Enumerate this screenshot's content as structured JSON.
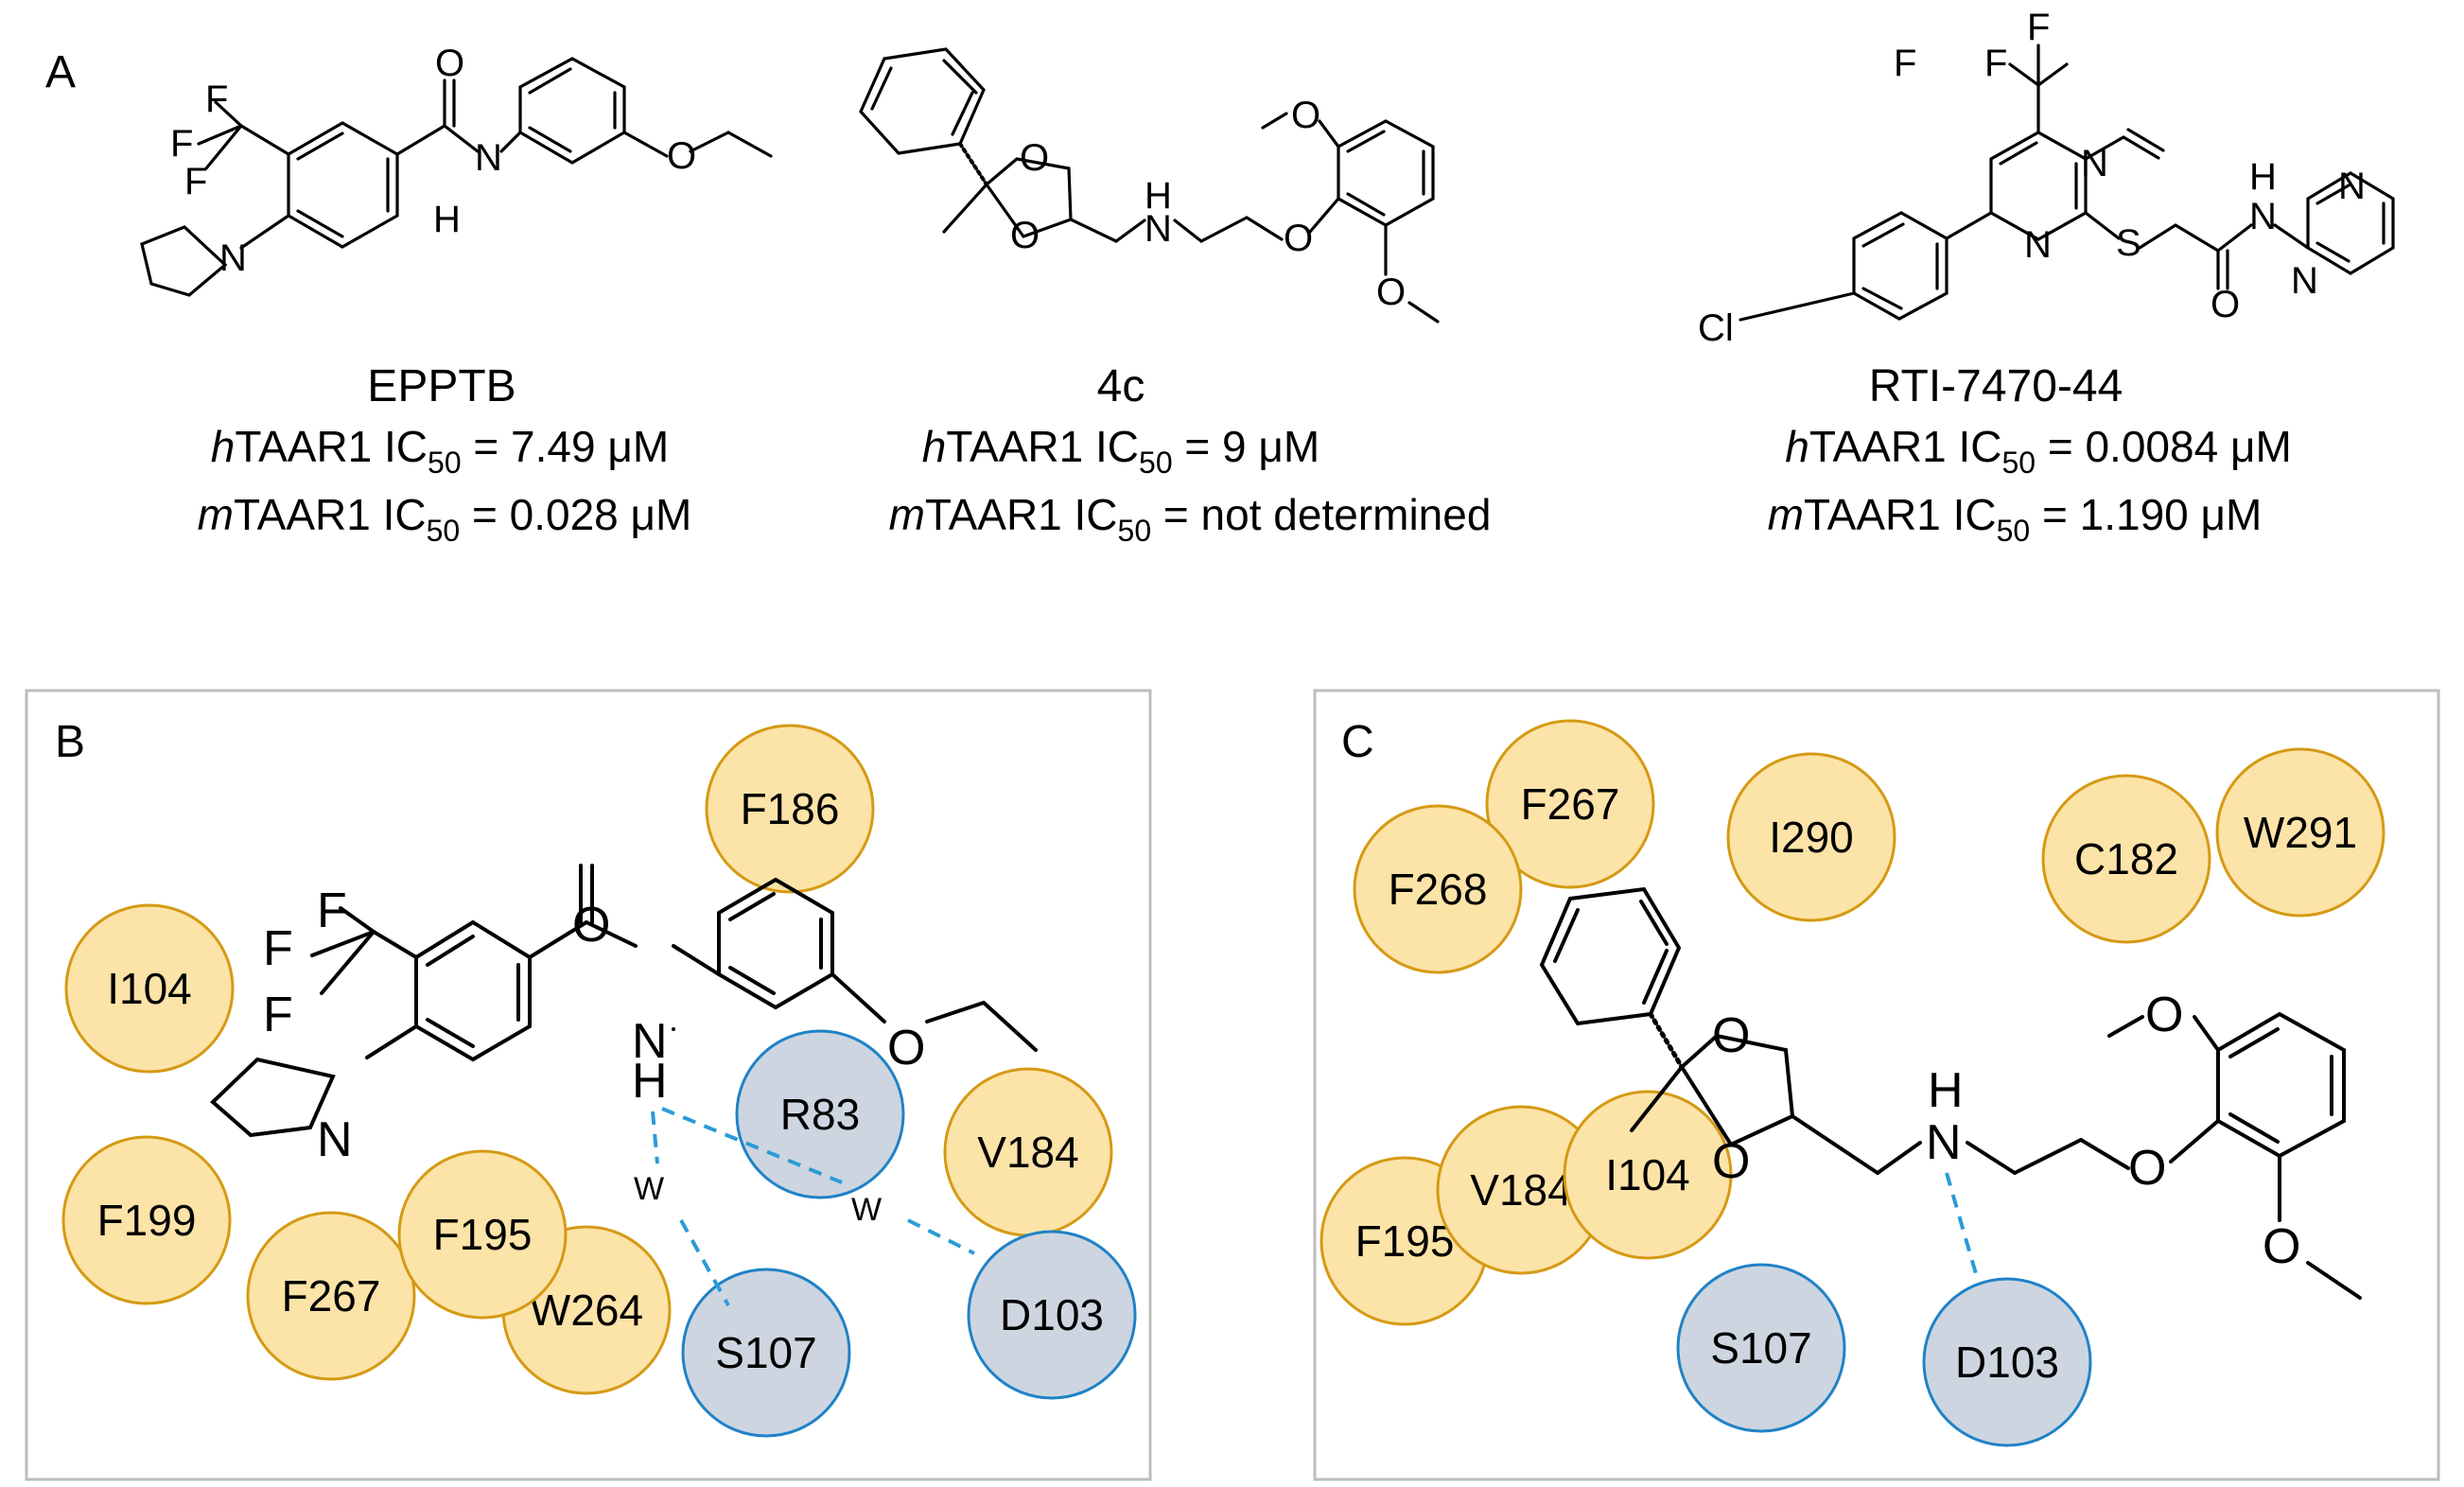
{
  "figure": {
    "colors": {
      "hydrophobic_fill": "#FCE3A8",
      "hydrophobic_stroke": "#D59A14",
      "polar_fill": "#CDD5E0",
      "polar_stroke": "#1F82C7",
      "hbond": "#2A9BD8",
      "panel_border": "#BDBDBD",
      "bond": "#000000"
    },
    "panelA": {
      "letter": "A",
      "compounds": [
        {
          "name": "EPPTB",
          "h_prefix": "h",
          "h_rest": "TAAR1 IC",
          "h_sub": "50",
          "h_value": " = 7.49 μM",
          "m_prefix": "m",
          "m_rest": "TAAR1 IC",
          "m_sub": "50",
          "m_value": " = 0.028 μM",
          "atoms": {
            "F1": "F",
            "F2": "F",
            "F3": "F",
            "O": "O",
            "N": "N",
            "H": "H",
            "O2": "O",
            "Npyr": "N"
          }
        },
        {
          "name": "4c",
          "h_prefix": "h",
          "h_rest": "TAAR1 IC",
          "h_sub": "50",
          "h_value": " = 9 μM",
          "m_prefix": "m",
          "m_rest": "TAAR1 IC",
          "m_sub": "50",
          "m_value": " = not determined",
          "atoms": {
            "O1": "O",
            "O2": "O",
            "N": "N",
            "H": "H",
            "O3": "O",
            "O4": "O",
            "O5": "O"
          }
        },
        {
          "name": "RTI-7470-44",
          "h_prefix": "h",
          "h_rest": "TAAR1 IC",
          "h_sub": "50",
          "h_value": " = 0.0084 μM",
          "m_prefix": "m",
          "m_rest": "TAAR1 IC",
          "m_sub": "50",
          "m_value": " = 1.190 μM",
          "atoms": {
            "F1": "F",
            "F2": "F",
            "F3": "F",
            "Ncn": "N",
            "Npy": "N",
            "S": "S",
            "O": "O",
            "H": "H",
            "N": "N",
            "Nm1": "N",
            "Nm2": "N",
            "Cl": "Cl"
          }
        }
      ]
    },
    "panelB": {
      "letter": "B",
      "residues": [
        {
          "label": "F186",
          "type": "hydrophobic"
        },
        {
          "label": "I104",
          "type": "hydrophobic"
        },
        {
          "label": "F199",
          "type": "hydrophobic"
        },
        {
          "label": "V184",
          "type": "hydrophobic"
        },
        {
          "label": "F267",
          "type": "hydrophobic"
        },
        {
          "label": "W264",
          "type": "hydrophobic"
        },
        {
          "label": "F195",
          "type": "hydrophobic"
        },
        {
          "label": "R83",
          "type": "polar"
        },
        {
          "label": "S107",
          "type": "polar"
        },
        {
          "label": "D103",
          "type": "polar"
        }
      ],
      "water_labels": [
        "W",
        "W"
      ],
      "atoms": {
        "F1": "F",
        "F2": "F",
        "F3": "F",
        "O": "O",
        "N": "N",
        "H": "H",
        "O2": "O",
        "Npyr": "N"
      }
    },
    "panelC": {
      "letter": "C",
      "residues": [
        {
          "label": "F267",
          "type": "hydrophobic"
        },
        {
          "label": "F268",
          "type": "hydrophobic"
        },
        {
          "label": "I290",
          "type": "hydrophobic"
        },
        {
          "label": "C182",
          "type": "hydrophobic"
        },
        {
          "label": "W291",
          "type": "hydrophobic"
        },
        {
          "label": "F195",
          "type": "hydrophobic"
        },
        {
          "label": "V184",
          "type": "hydrophobic"
        },
        {
          "label": "I104",
          "type": "hydrophobic"
        },
        {
          "label": "S107",
          "type": "polar"
        },
        {
          "label": "D103",
          "type": "polar"
        }
      ],
      "atoms": {
        "O1": "O",
        "O2": "O",
        "H": "H",
        "N": "N",
        "O3": "O",
        "O4": "O",
        "O5": "O"
      }
    }
  }
}
